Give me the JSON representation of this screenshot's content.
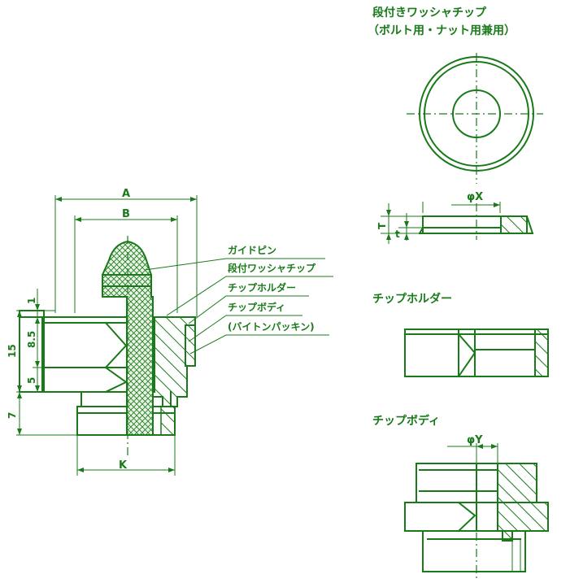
{
  "titles": {
    "washer_tip": "段付きワッシャチップ",
    "washer_tip_sub": "（ボルト用・ナット用兼用）",
    "tip_holder": "チップホルダー",
    "tip_body": "チップボディ"
  },
  "callouts": {
    "guide_pin": "ガイドピン",
    "washer_tip": "段付ワッシャチップ",
    "tip_holder": "チップホルダー",
    "tip_body": "チップボディ",
    "packing": "(バイトンパッキン)"
  },
  "dims": {
    "A": "A",
    "B": "B",
    "K": "K",
    "d1": "1",
    "d85": "8.5",
    "d15": "15",
    "d5": "5",
    "d7": "7",
    "phiX": "φX",
    "T": "T",
    "t": "t",
    "phiY": "φY"
  }
}
